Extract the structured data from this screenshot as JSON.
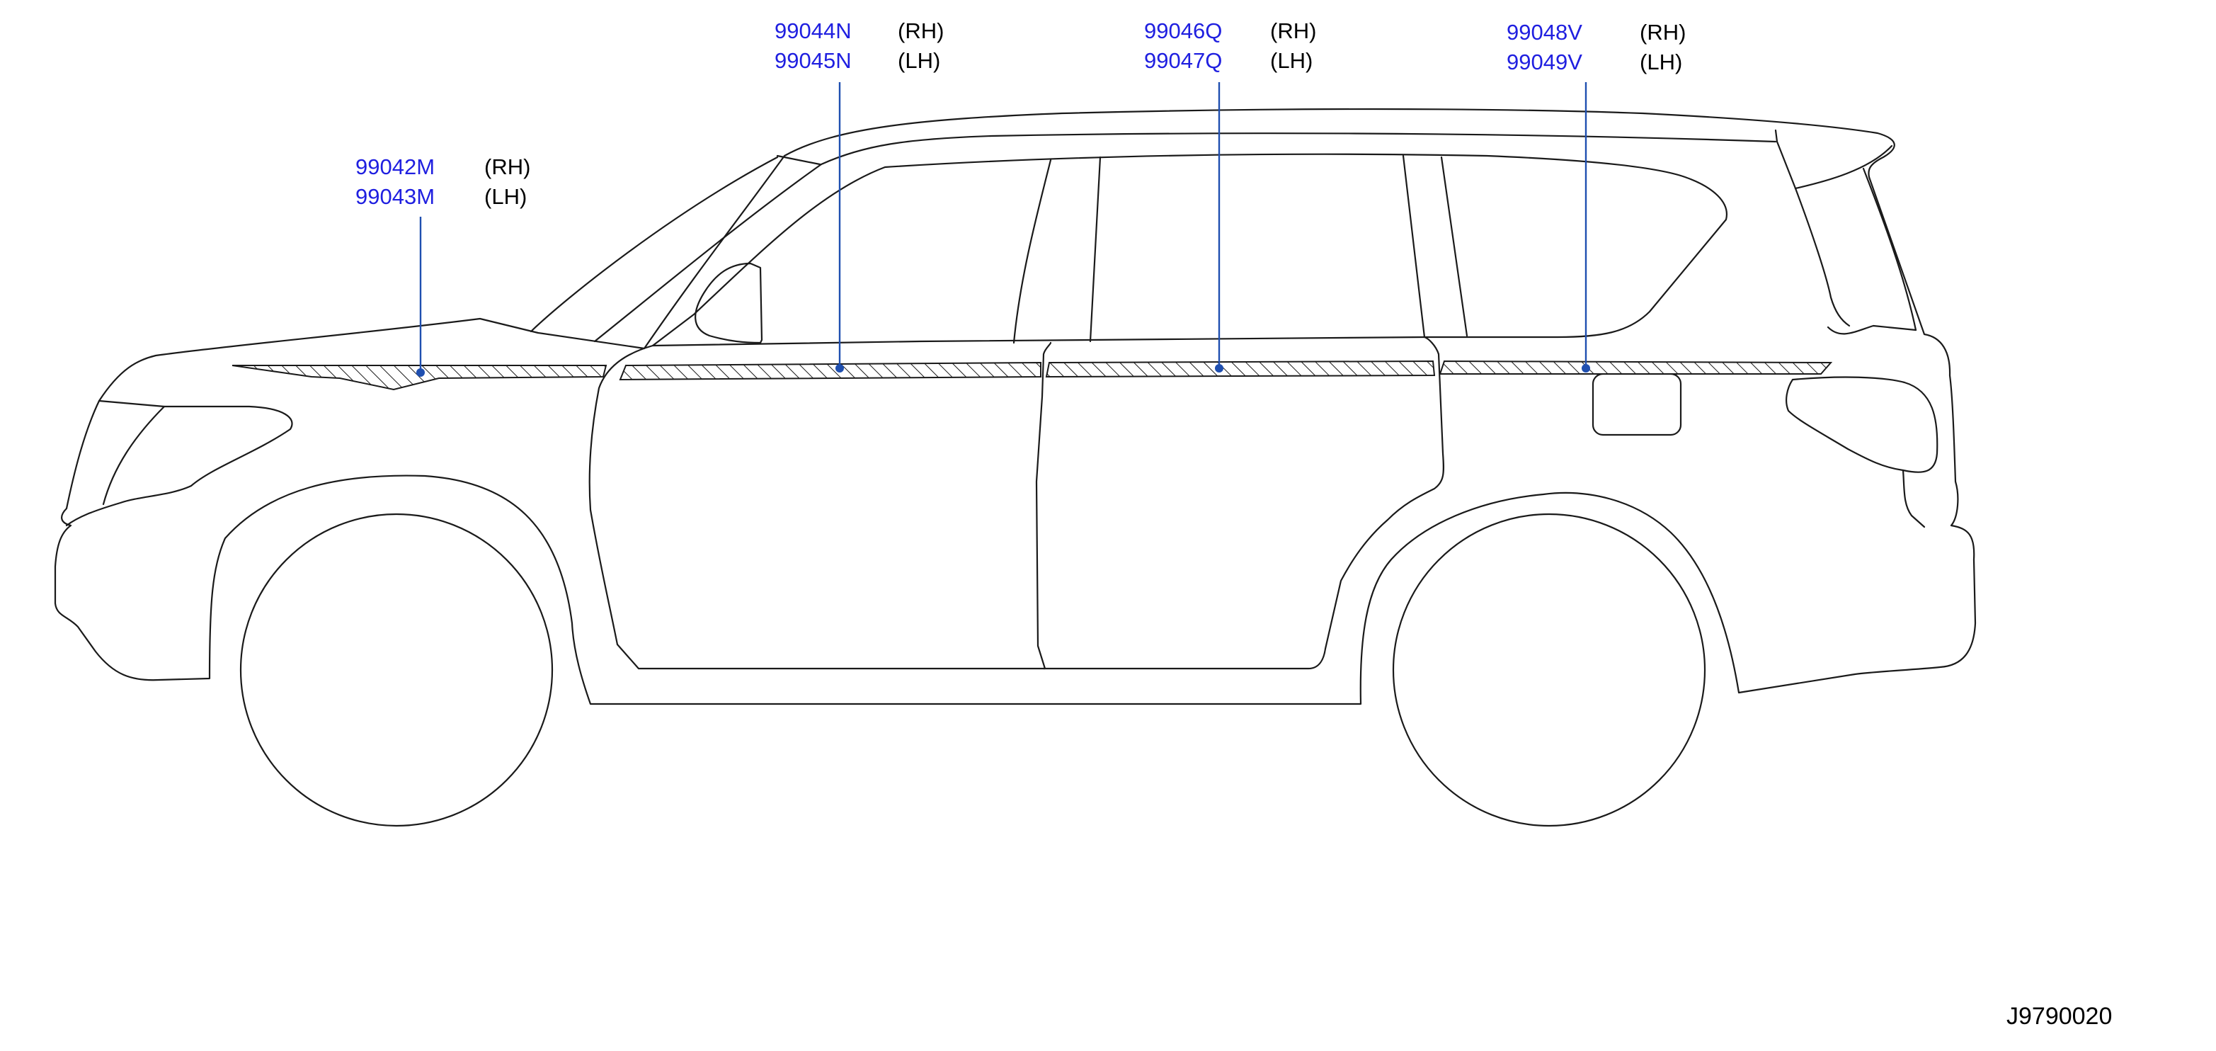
{
  "callouts": [
    {
      "rh_part": "99042M",
      "rh_side": "(RH)",
      "lh_part": "99043M",
      "lh_side": "(LH)"
    },
    {
      "rh_part": "99044N",
      "rh_side": "(RH)",
      "lh_part": "99045N",
      "lh_side": "(LH)"
    },
    {
      "rh_part": "99046Q",
      "rh_side": "(RH)",
      "lh_part": "99047Q",
      "lh_side": "(LH)"
    },
    {
      "rh_part": "99048V",
      "rh_side": "(RH)",
      "lh_part": "99049V",
      "lh_side": "(LH)"
    }
  ],
  "reference_code": "J9790020",
  "colors": {
    "part_number_text": "#1f1fe0",
    "leader_line": "#1f4fb0",
    "outline": "#1a1a1a",
    "background": "#ffffff"
  }
}
